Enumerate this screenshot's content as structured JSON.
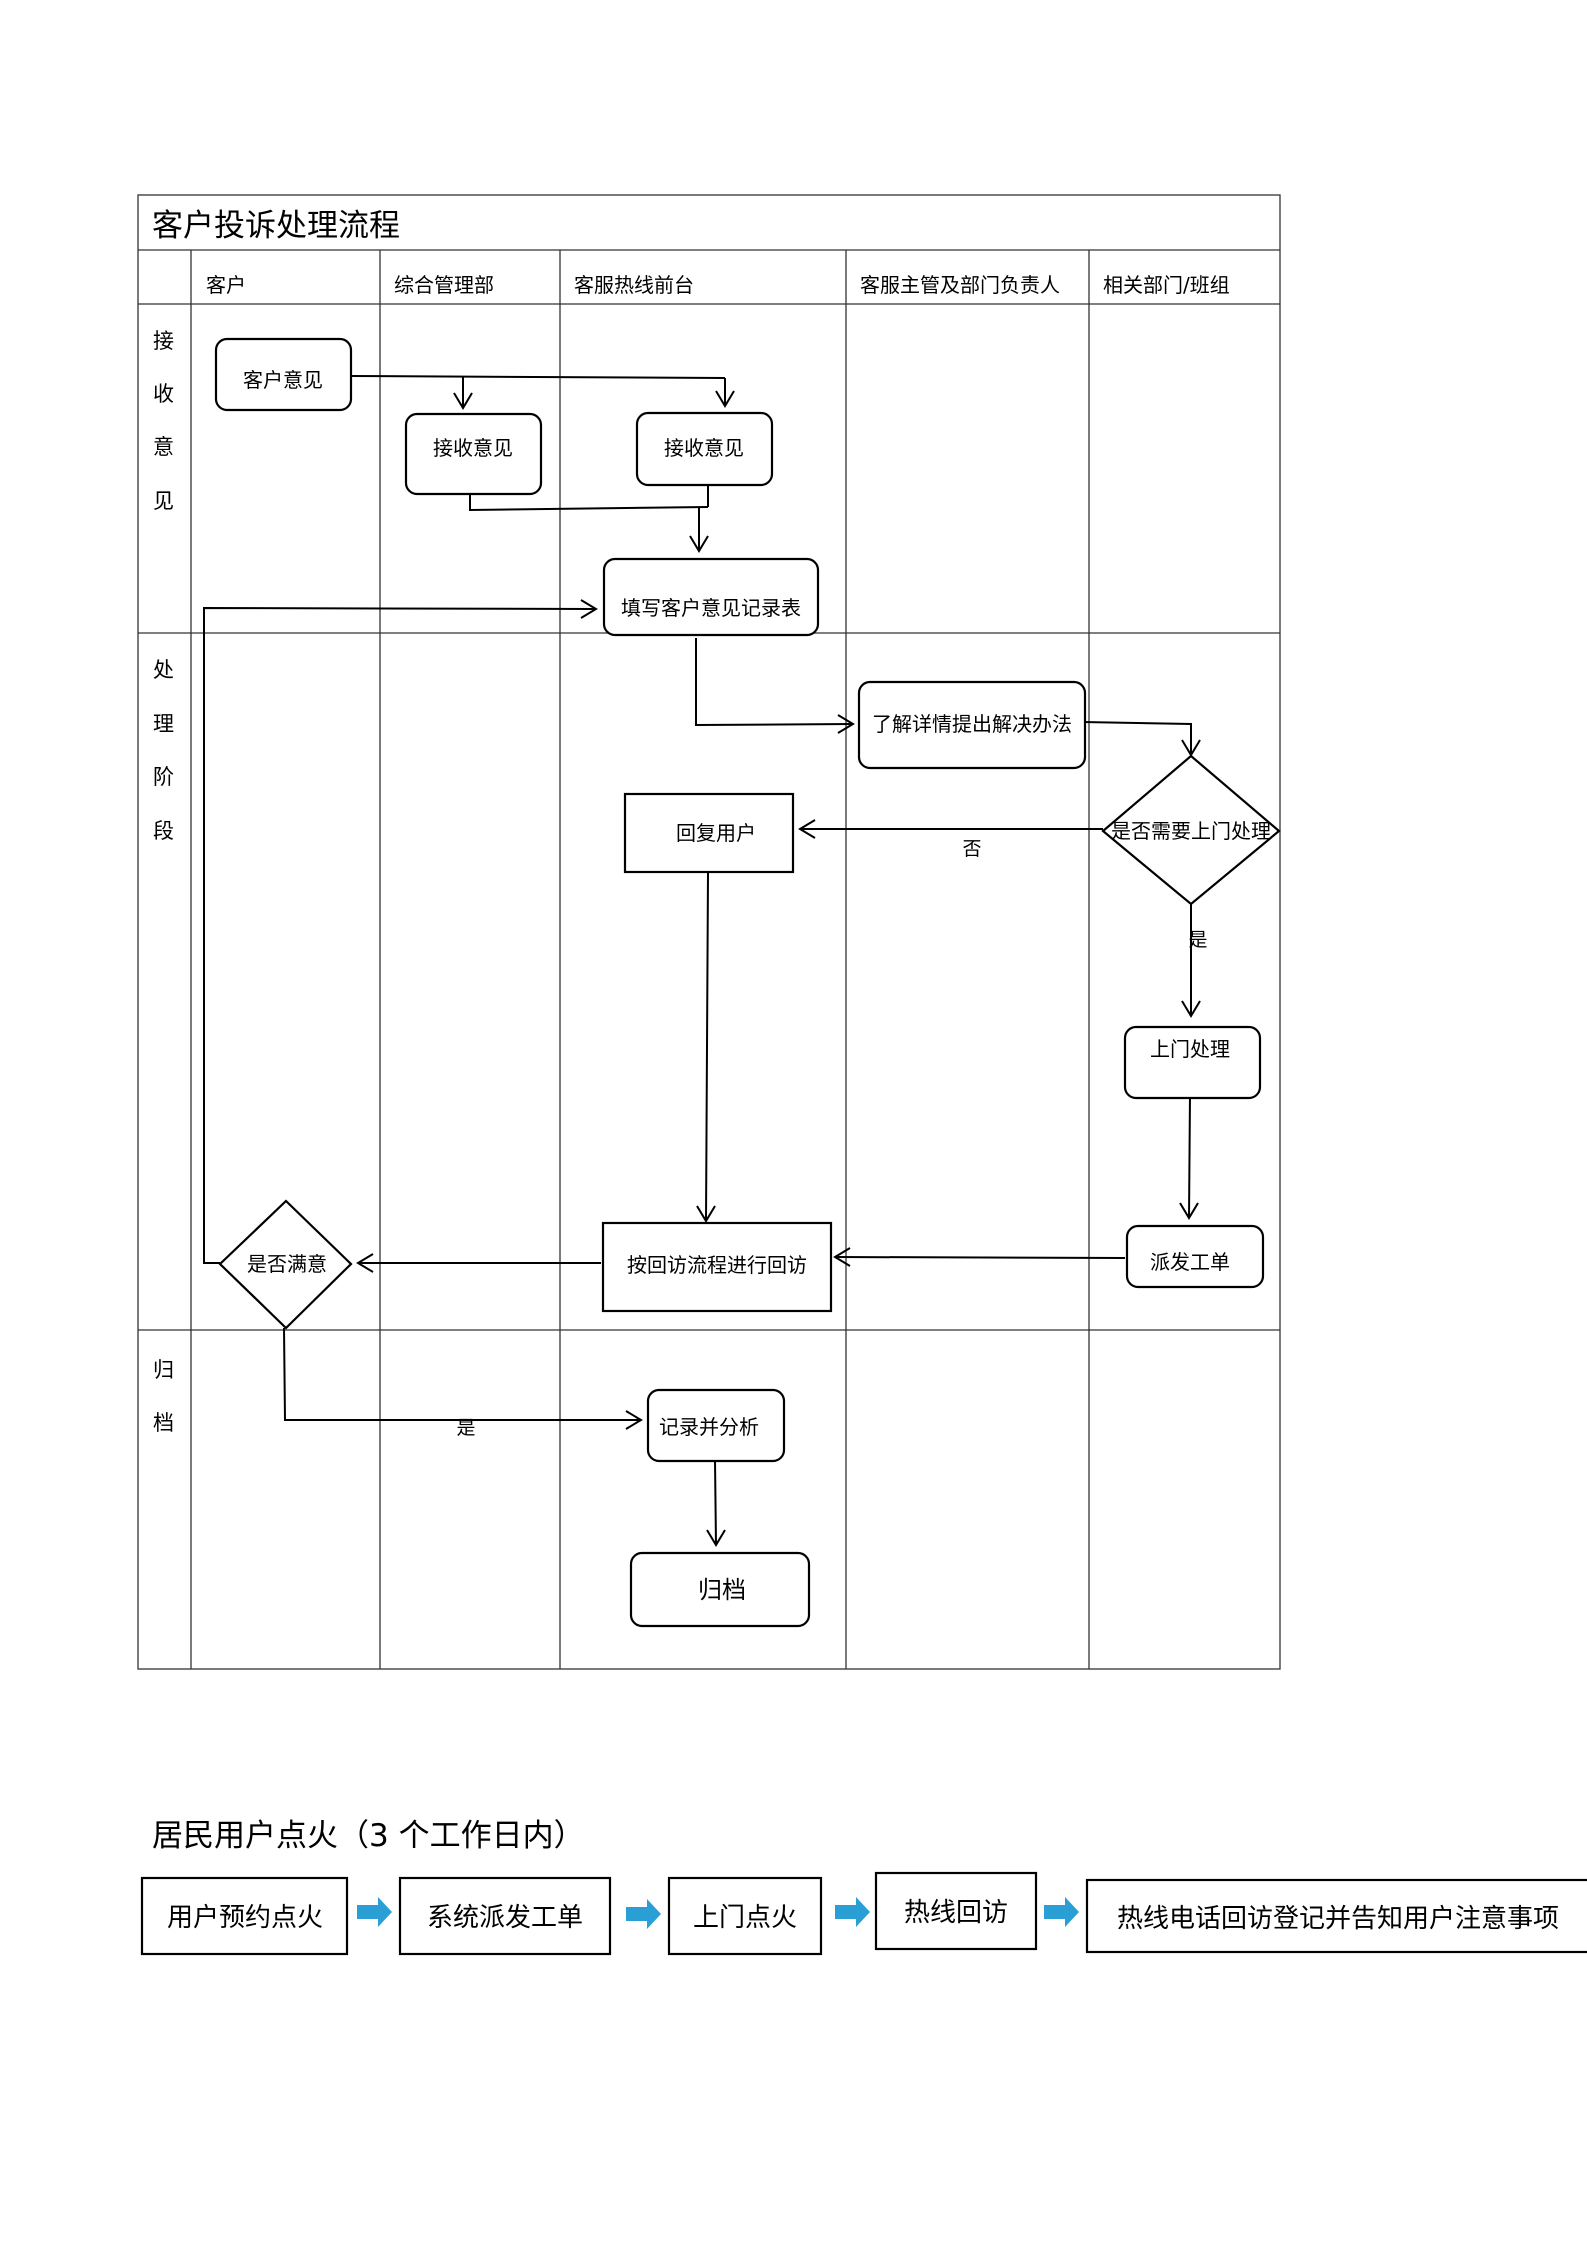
{
  "flowchart": {
    "title": "客户投诉处理流程",
    "columns": [
      "客户",
      "综合管理部",
      "客服热线前台",
      "客服主管及部门负责人",
      "相关部门/班组"
    ],
    "stages": {
      "receive": [
        "接",
        "收",
        "意",
        "见"
      ],
      "process": [
        "处",
        "理",
        "阶",
        "段"
      ],
      "archive": [
        "归",
        "档"
      ]
    },
    "nodes": {
      "customer_feedback": "客户意见",
      "receive_admin": "接收意见",
      "receive_hotline": "接收意见",
      "fill_form": "填写客户意见记录表",
      "understand_details": "了解详情提出解决办法",
      "need_onsite": "是否需要上门处理",
      "reply_user": "回复用户",
      "onsite": "上门处理",
      "dispatch_order": "派发工单",
      "follow_up": "按回访流程进行回访",
      "satisfied": "是否满意",
      "record_analyze": "记录并分析",
      "archive": "归档"
    },
    "labels": {
      "no": "否",
      "yes_onsite": "是",
      "yes_satisfied": "是"
    }
  },
  "process2": {
    "title": "居民用户点火（3 个工作日内）",
    "steps": [
      "用户预约点火",
      "系统派发工单",
      "上门点火",
      "热线回访",
      "热线电话回访登记并告知用户注意事项"
    ],
    "arrow_color": "#2a9fd6"
  }
}
